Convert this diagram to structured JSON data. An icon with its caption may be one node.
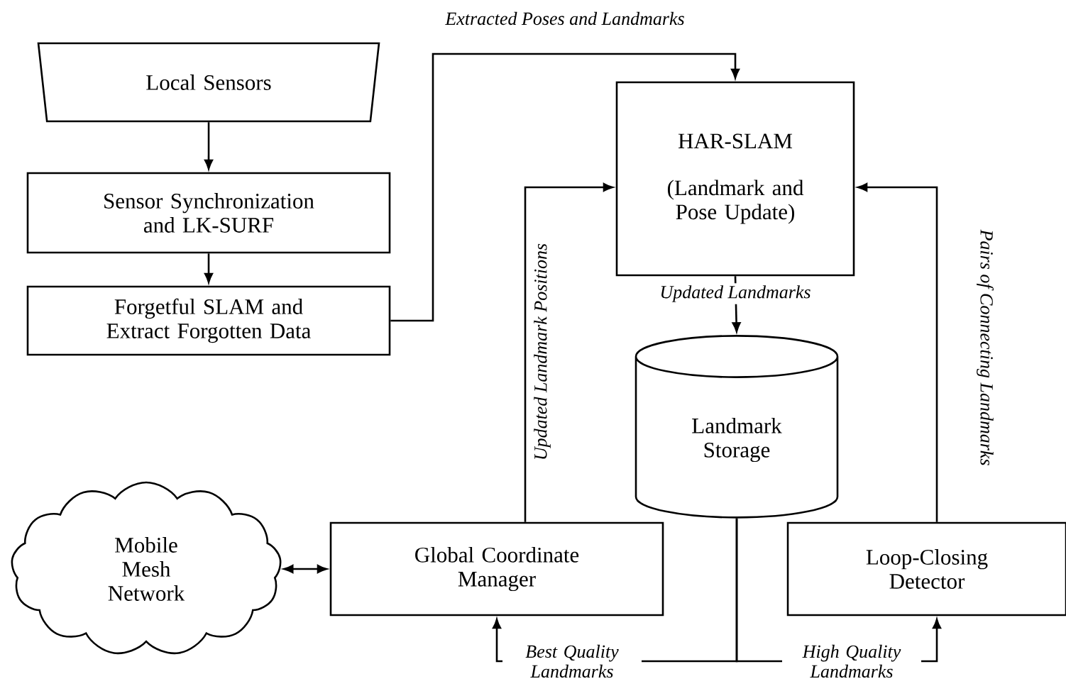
{
  "diagram": {
    "nodes": [
      {
        "text": [
          "Local Sensors"
        ]
      },
      {
        "text": [
          "Sensor Synchronization and LK-SURF"
        ]
      },
      {
        "text": [
          "Forgetful SLAM and Extract Forgotten Data"
        ]
      },
      {
        "text": [
          "HAR-SLAM",
          "(Landmark and Pose Update)"
        ]
      },
      {
        "text": [
          "Landmark Storage"
        ]
      },
      {
        "text": [
          "Mobile Mesh Network"
        ]
      },
      {
        "text": [
          "Global Coordinate Manager"
        ]
      },
      {
        "text": [
          "Loop-Closing Detector"
        ]
      }
    ],
    "edges": [
      {
        "from": 0,
        "to": 1,
        "arrow": "to"
      },
      {
        "from": 1,
        "to": 2,
        "arrow": "to"
      },
      {
        "from": 2,
        "to": 3,
        "arrow": "to",
        "label": "Extracted Poses and Landmarks"
      },
      {
        "from": 3,
        "to": 4,
        "arrow": "to",
        "label": "Updated Landmarks"
      },
      {
        "from": 6,
        "to": 3,
        "arrow": "to",
        "label": "Updated Landmark Positions"
      },
      {
        "from": 7,
        "to": 3,
        "arrow": "to",
        "label": "Pairs of Connecting Landmarks"
      },
      {
        "from": 5,
        "to": 6,
        "arrow": "both"
      },
      {
        "from": 4,
        "to": 6,
        "arrow": "to",
        "label": "Best Quality Landmarks"
      },
      {
        "from": 4,
        "to": 7,
        "arrow": "to",
        "label": "High Quality Landmarks"
      }
    ]
  }
}
